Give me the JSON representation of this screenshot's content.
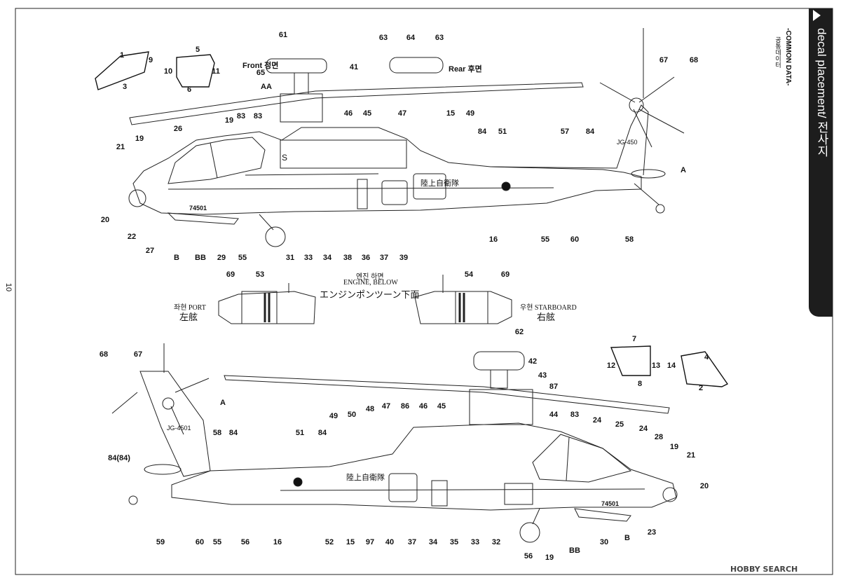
{
  "header": {
    "section_title": "decal placement/ 전사지",
    "common_data": "-COMMON DATA-",
    "common_data_ko": "공통데이터"
  },
  "page_number": "10",
  "watermark": "HOBBY SEARCH",
  "views": {
    "front_label": "Front 정면",
    "rear_label": "Rear 후면",
    "engine_below_ko": "엔진 하면",
    "engine_below_en": "ENGINE, BELOW",
    "engine_below_jp": "エンジンポンツーン下面",
    "port_ko_en": "좌현 PORT",
    "port_jp": "左舷",
    "starboard_ko_en": "우현 STARBOARD",
    "starboard_jp": "右舷"
  },
  "markings": {
    "serial": "74501",
    "tail_code": "JG-4501",
    "tail_code_upper": "JG-450",
    "jgsdf_text": "陸上自衛隊",
    "s_letter": "S"
  },
  "callouts_top": [
    "61",
    "65",
    "41",
    "AA",
    "63",
    "64",
    "63",
    "67",
    "68",
    "83",
    "83",
    "46",
    "45",
    "47",
    "15",
    "49",
    "84",
    "51",
    "57",
    "84",
    "19",
    "26",
    "19",
    "21",
    "20",
    "22",
    "27",
    "B",
    "BB",
    "29",
    "55",
    "31",
    "33",
    "34",
    "38",
    "36",
    "37",
    "39",
    "16",
    "55",
    "60",
    "58",
    "A"
  ],
  "callouts_mid": [
    "69",
    "53",
    "54",
    "69"
  ],
  "callouts_bottom": [
    "68",
    "67",
    "A",
    "58",
    "84",
    "84(84)",
    "51",
    "84",
    "49",
    "50",
    "48",
    "47",
    "86",
    "46",
    "45",
    "62",
    "42",
    "43",
    "87",
    "44",
    "83",
    "24",
    "25",
    "24",
    "28",
    "19",
    "21",
    "20",
    "59",
    "60",
    "55",
    "56",
    "16",
    "52",
    "15",
    "97",
    "40",
    "37",
    "34",
    "35",
    "33",
    "32",
    "56",
    "19",
    "BB",
    "30",
    "B",
    "23"
  ],
  "callouts_windows": [
    "1",
    "9",
    "3",
    "5",
    "10",
    "11",
    "6",
    "7",
    "12",
    "13",
    "8",
    "4",
    "14",
    "2"
  ]
}
